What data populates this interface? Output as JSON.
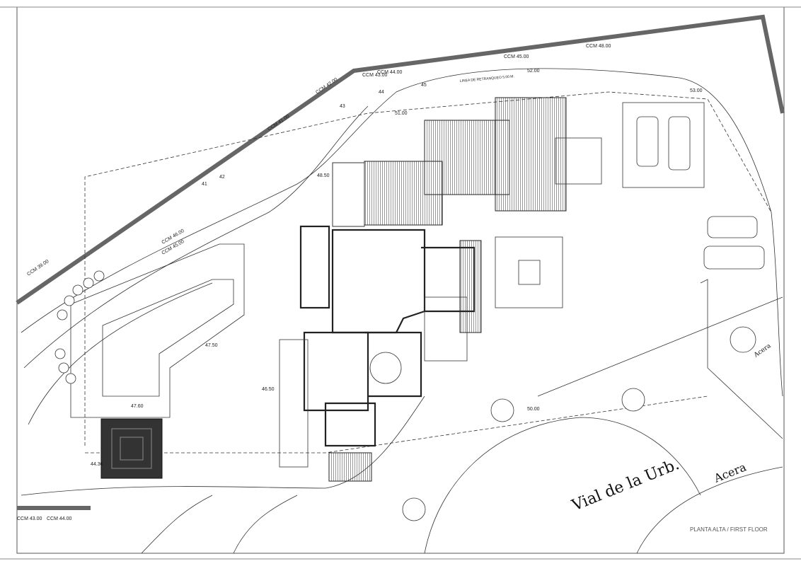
{
  "drawing": {
    "title": "PLANTA ALTA / FIRST FLOOR",
    "street_label": "Vial de la Urb.",
    "sidewalk_labels": [
      "Acera",
      "Acera"
    ],
    "boundary_levels": [
      "CCM 39.00",
      "CCM 41.00",
      "CCM 42.00",
      "CCM 43.00",
      "CCM 44.00",
      "CCM 45.00",
      "CCM 48.00",
      "CCM 45.00",
      "CCM 46.00"
    ],
    "bottom_levels": [
      "CCM 43.00",
      "CCM 44.00"
    ],
    "contour_labels": [
      "41",
      "42",
      "43",
      "44",
      "45"
    ],
    "spot_levels": [
      "46.50",
      "47.50",
      "47.60",
      "48.50",
      "50.00",
      "51.00",
      "52.00",
      "53.00",
      "44.30"
    ],
    "setback_label": "LINEA DE RETRANQUEO 5.00 M."
  }
}
